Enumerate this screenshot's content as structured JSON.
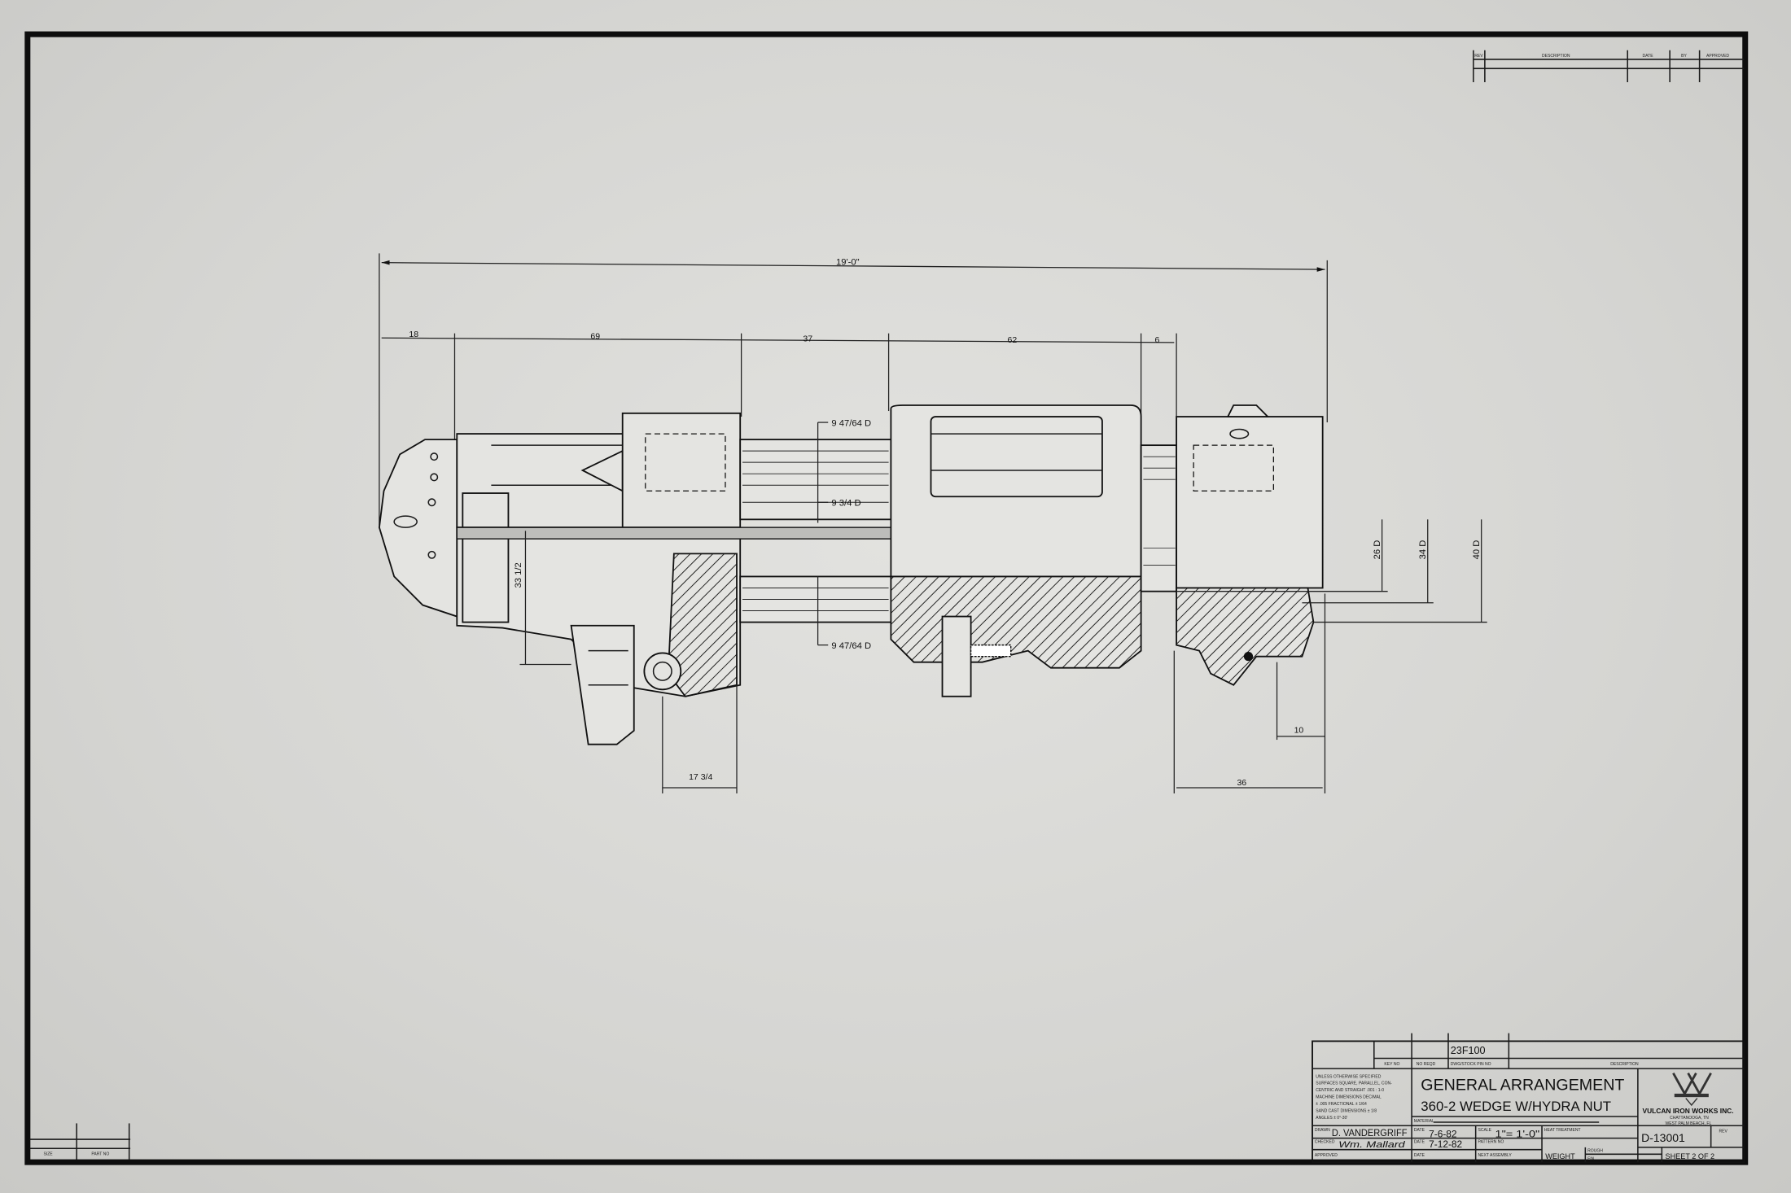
{
  "revision_table": {
    "headers": [
      "REV",
      "DESCRIPTION",
      "DATE",
      "BY",
      "APPROVED"
    ]
  },
  "size_block": {
    "headers": [
      "SIZE",
      "PART NO"
    ]
  },
  "dimensions": {
    "overall": "19'-0\"",
    "segments": [
      "18",
      "69",
      "37",
      "62",
      "6"
    ],
    "bore_top": "9 47/64 D",
    "bore_mid": "9 3/4 D",
    "bore_bottom": "9 47/64 D",
    "dia_26": "26 D",
    "dia_34": "34 D",
    "dia_40": "40 D",
    "height_left": "33 1/2",
    "bottom_left": "17 3/4",
    "bottom_right": "36",
    "right_offset": "10"
  },
  "title_block": {
    "part_ref": "23F100",
    "col_headers": [
      "KEY NO",
      "NO REQD",
      "DWG/STOCK PIN NO",
      "DESCRIPTION"
    ],
    "notes": [
      "UNLESS OTHERWISE SPECIFIED",
      "SURFACES SQUARE, PARALLEL, CON-",
      "CENTRIC AND STRAIGHT .001 : 1-0",
      "MACHINE DIMENSIONS DECIMAL",
      "± .005 FRACTIONAL ± 1/64",
      "SAND CAST DIMENSIONS ± 1/8",
      "ANGLES ± 0°-30'"
    ],
    "title_line1": "GENERAL ARRANGEMENT",
    "title_line2": "360-2 WEDGE W/HYDRA NUT",
    "company": "VULCAN IRON WORKS INC.",
    "company_city1": "CHATTANOOGA, TN",
    "company_city2": "WEST PALM BEACH, FL",
    "material_label": "MATERIAL",
    "drawn_label": "DRAWN",
    "drawn_by": "D. VANDERGRIFF",
    "checked_label": "CHECKED",
    "checked_by": "Wm. Mallard",
    "approved_label": "APPROVED",
    "date_label": "DATE",
    "date_drawn": "7-6-82",
    "date_checked": "7-12-82",
    "scale_label": "SCALE",
    "scale": "1\"= 1'-0\"",
    "pattern_label": "PATTERN NO",
    "next_assembly_label": "NEXT ASSEMBLY",
    "heat_treatment_label": "HEAT TREATMENT",
    "weight_label": "WEIGHT",
    "rough_label": "ROUGH",
    "fin_label": "FIN",
    "drawing_number": "D-13001",
    "rev_label": "REV",
    "sheet": "SHEET 2 OF 2"
  }
}
